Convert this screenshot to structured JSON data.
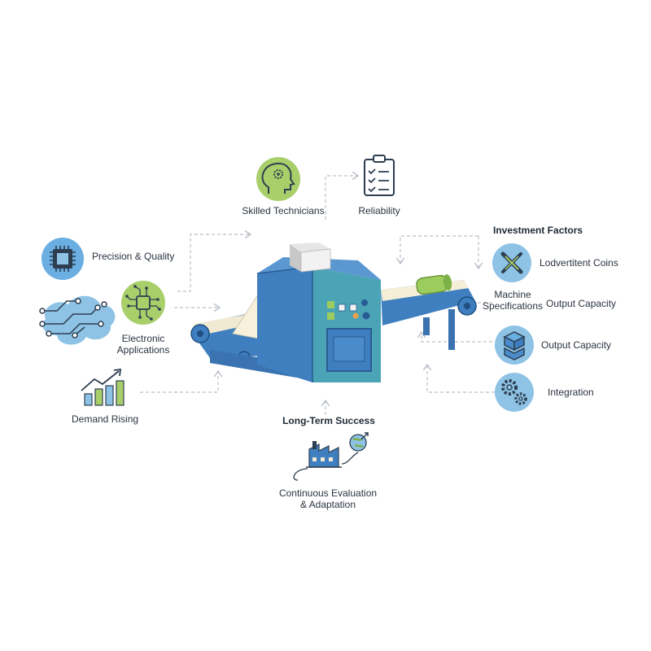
{
  "labels": {
    "skilled_technicians": "Skilled Technicians",
    "reliability": "Reliability",
    "investment_factors": "Investment Factors",
    "precision_quality": "Precision & Quality",
    "electronic_applications": "Electronic\nApplications",
    "demand_rising": "Demand Rising",
    "machine_specifications": "Machine\nSpecifications",
    "lodvertitent_coins": "Lodvertitent Coins",
    "output_capacity_1": "Output Capacity",
    "output_capacity_2": "Output Capacity",
    "integration": "Integration",
    "long_term_success": "Long-Term Success",
    "continuous_evaluation": "Continuous Evaluation\n& Adaptation"
  },
  "colors": {
    "blue_circle": "#8ec3e6",
    "green_circle": "#a9cf6a",
    "machine_blue": "#3f7fc0",
    "machine_teal": "#4fa8b8",
    "icon_dark": "#2d3e50",
    "arrow_gray": "#b9c0c8"
  },
  "icons": [
    "head-gear-icon",
    "checklist-icon",
    "microchip-icon",
    "circuit-icon",
    "circuit-cloud-icon",
    "bar-chart-rising-icon",
    "tools-icon",
    "boxes-icon",
    "gears-icon",
    "factory-globe-icon",
    "conveyor-machine-icon"
  ]
}
